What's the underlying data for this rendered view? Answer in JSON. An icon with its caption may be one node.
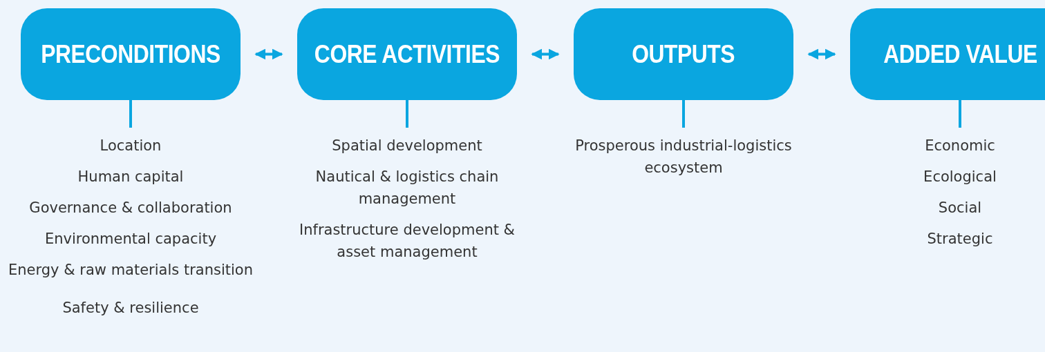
{
  "diagram": {
    "nodes": [
      {
        "text": [
          "PRECONDITIONS"
        ]
      },
      {
        "text": [
          "CORE ACTIVITIES"
        ]
      },
      {
        "text": [
          "OUTPUTS"
        ]
      },
      {
        "text": [
          "ADDED VALUE"
        ]
      },
      {
        "text": [
          "Location",
          "Human capital",
          "Governance & collaboration",
          "Environmental capacity",
          "Energy & raw materials transition",
          "Safety & resilience"
        ]
      },
      {
        "text": [
          "Spatial development",
          "Nautical & logistics chain management",
          "Infrastructure development & asset management"
        ]
      },
      {
        "text": [
          "Prosperous industrial-logistics ecosystem"
        ]
      },
      {
        "text": [
          "Economic",
          "Ecological",
          "Social",
          "Strategic"
        ]
      }
    ],
    "edges": [
      {
        "from": 0,
        "to": 1,
        "arrow": "both"
      },
      {
        "from": 1,
        "to": 2,
        "arrow": "both"
      },
      {
        "from": 2,
        "to": 3,
        "arrow": "both"
      },
      {
        "from": 0,
        "to": 4,
        "arrow": "none"
      },
      {
        "from": 1,
        "to": 5,
        "arrow": "none"
      },
      {
        "from": 2,
        "to": 6,
        "arrow": "none"
      },
      {
        "from": 3,
        "to": 7,
        "arrow": "none"
      }
    ]
  }
}
